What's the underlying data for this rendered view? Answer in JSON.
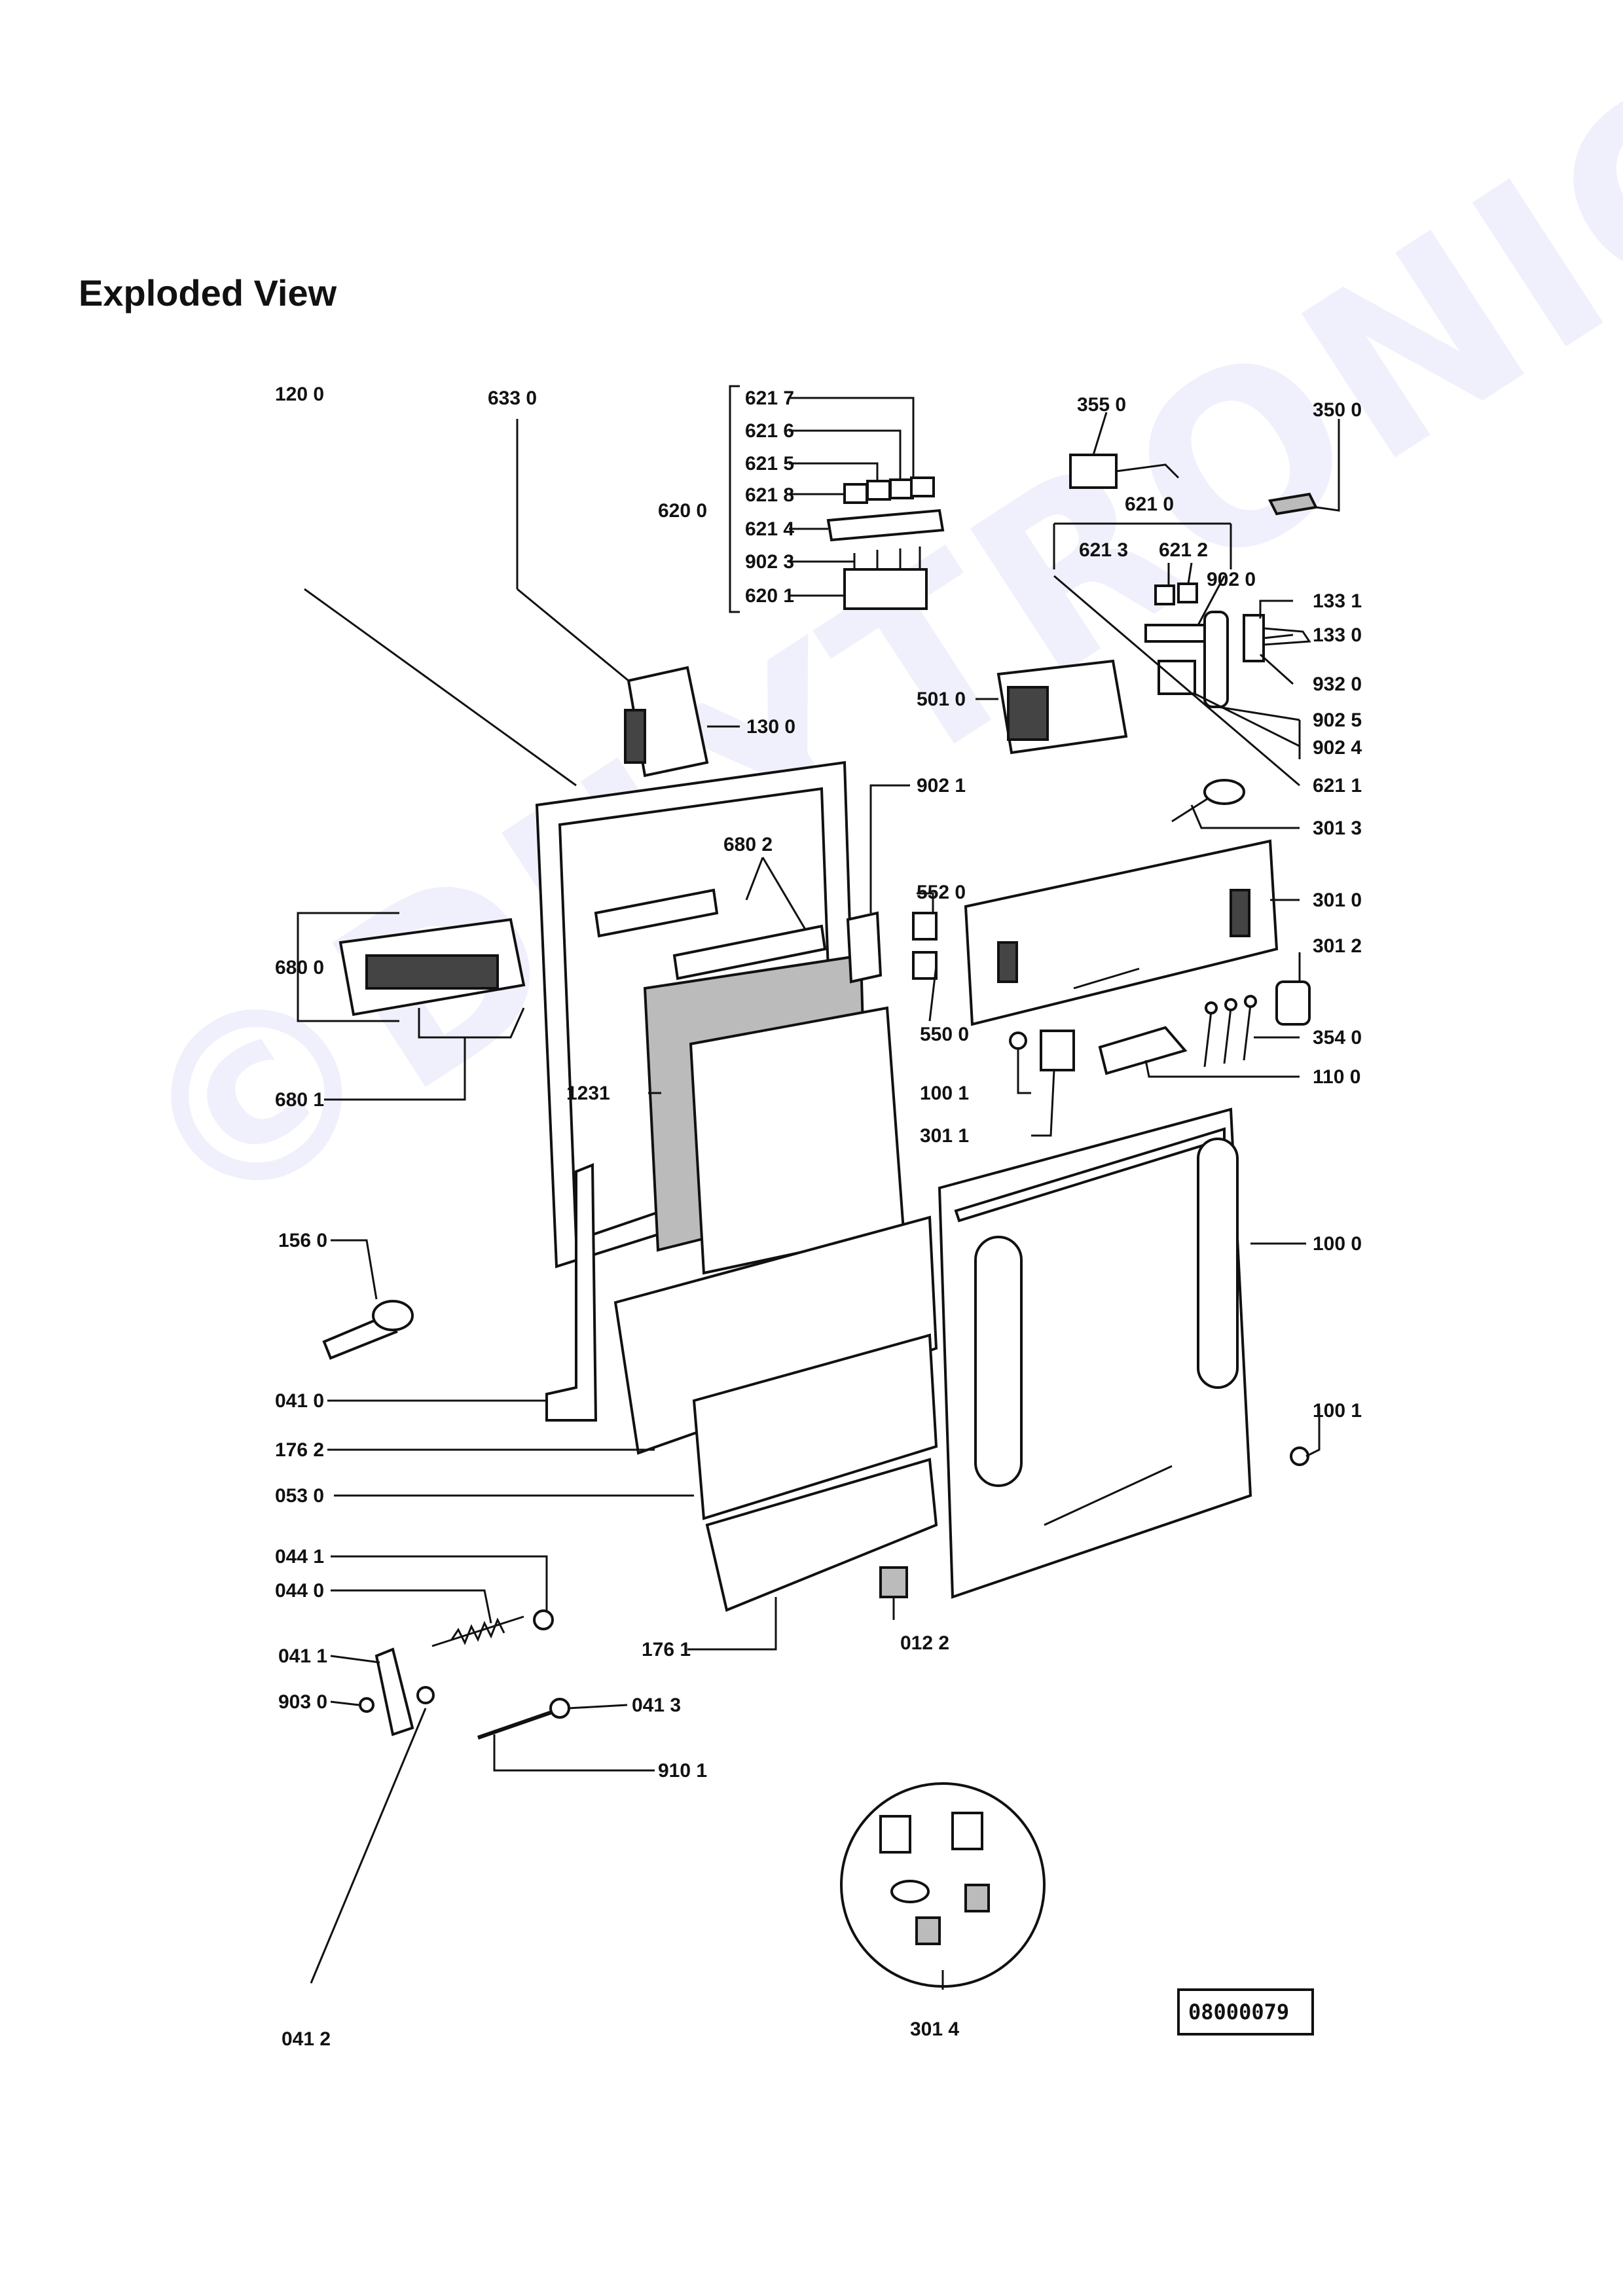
{
  "title": "Exploded View",
  "watermark": "©DILYTRONIC.CZ",
  "drawing_number": "08000079",
  "callouts": [
    {
      "id": "c1200",
      "text": "120 0"
    },
    {
      "id": "c6330",
      "text": "633 0"
    },
    {
      "id": "c6217",
      "text": "621 7"
    },
    {
      "id": "c6216",
      "text": "621 6"
    },
    {
      "id": "c6215",
      "text": "621 5"
    },
    {
      "id": "c6218",
      "text": "621 8"
    },
    {
      "id": "c6214",
      "text": "621 4"
    },
    {
      "id": "c9023",
      "text": "902 3"
    },
    {
      "id": "c6201",
      "text": "620 1"
    },
    {
      "id": "c6200",
      "text": "620 0"
    },
    {
      "id": "c3550",
      "text": "355 0"
    },
    {
      "id": "c3500",
      "text": "350 0"
    },
    {
      "id": "c6210",
      "text": "621 0"
    },
    {
      "id": "c6213",
      "text": "621 3"
    },
    {
      "id": "c6212",
      "text": "621 2"
    },
    {
      "id": "c9020",
      "text": "902 0"
    },
    {
      "id": "c1331",
      "text": "133 1"
    },
    {
      "id": "c1330",
      "text": "133 0"
    },
    {
      "id": "c9320",
      "text": "932 0"
    },
    {
      "id": "c9025",
      "text": "902 5"
    },
    {
      "id": "c9024",
      "text": "902 4"
    },
    {
      "id": "c6211",
      "text": "621 1"
    },
    {
      "id": "c5010",
      "text": "501 0"
    },
    {
      "id": "c1300",
      "text": "130 0"
    },
    {
      "id": "c3013",
      "text": "301 3"
    },
    {
      "id": "c9021",
      "text": "902 1"
    },
    {
      "id": "c6802",
      "text": "680 2"
    },
    {
      "id": "c5520",
      "text": "552 0"
    },
    {
      "id": "c3010",
      "text": "301 0"
    },
    {
      "id": "c3012",
      "text": "301 2"
    },
    {
      "id": "c6800",
      "text": "680 0"
    },
    {
      "id": "c5500",
      "text": "550 0"
    },
    {
      "id": "c3540",
      "text": "354 0"
    },
    {
      "id": "c1001a",
      "text": "100 1"
    },
    {
      "id": "c1100",
      "text": "110 0"
    },
    {
      "id": "c6801",
      "text": "680 1"
    },
    {
      "id": "c1231",
      "text": "1231"
    },
    {
      "id": "c3011",
      "text": "301 1"
    },
    {
      "id": "c1560",
      "text": "156 0"
    },
    {
      "id": "c1000",
      "text": "100 0"
    },
    {
      "id": "c0410",
      "text": "041 0"
    },
    {
      "id": "c1001b",
      "text": "100 1"
    },
    {
      "id": "c1762",
      "text": "176 2"
    },
    {
      "id": "c0530",
      "text": "053 0"
    },
    {
      "id": "c0441",
      "text": "044 1"
    },
    {
      "id": "c0440",
      "text": "044 0"
    },
    {
      "id": "c1761",
      "text": "176 1"
    },
    {
      "id": "c0122",
      "text": "012 2"
    },
    {
      "id": "c0411",
      "text": "041 1"
    },
    {
      "id": "c9030",
      "text": "903 0"
    },
    {
      "id": "c0413",
      "text": "041 3"
    },
    {
      "id": "c9101",
      "text": "910 1"
    },
    {
      "id": "c0412",
      "text": "041 2"
    },
    {
      "id": "c3014",
      "text": "301 4"
    }
  ]
}
